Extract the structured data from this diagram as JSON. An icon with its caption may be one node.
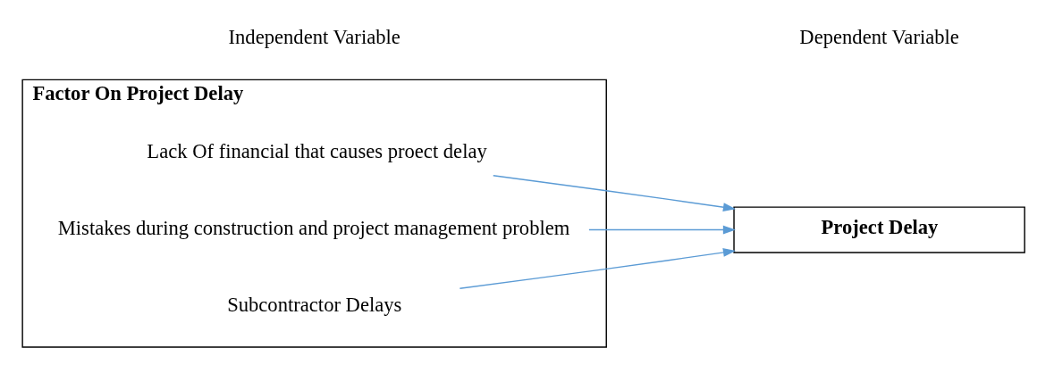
{
  "diagram": {
    "nodes": [
      {
        "text": [
          "Factor On Project Delay"
        ]
      },
      {
        "text": [
          "Lack Of financial that causes proect delay"
        ],
        "in": 0
      },
      {
        "text": [
          "Mistakes during construction and project management problem"
        ],
        "in": 0
      },
      {
        "text": [
          "Subcontractor Delays"
        ],
        "in": 0
      },
      {
        "text": [
          "Project Delay"
        ]
      }
    ],
    "edges": [
      {
        "from": 1,
        "to": 4,
        "arrow": "to"
      },
      {
        "from": 2,
        "to": 4,
        "arrow": "to"
      },
      {
        "from": 3,
        "to": 4,
        "arrow": "to"
      }
    ],
    "labels": [
      "Independent Variable",
      "Dependent Variable"
    ]
  }
}
